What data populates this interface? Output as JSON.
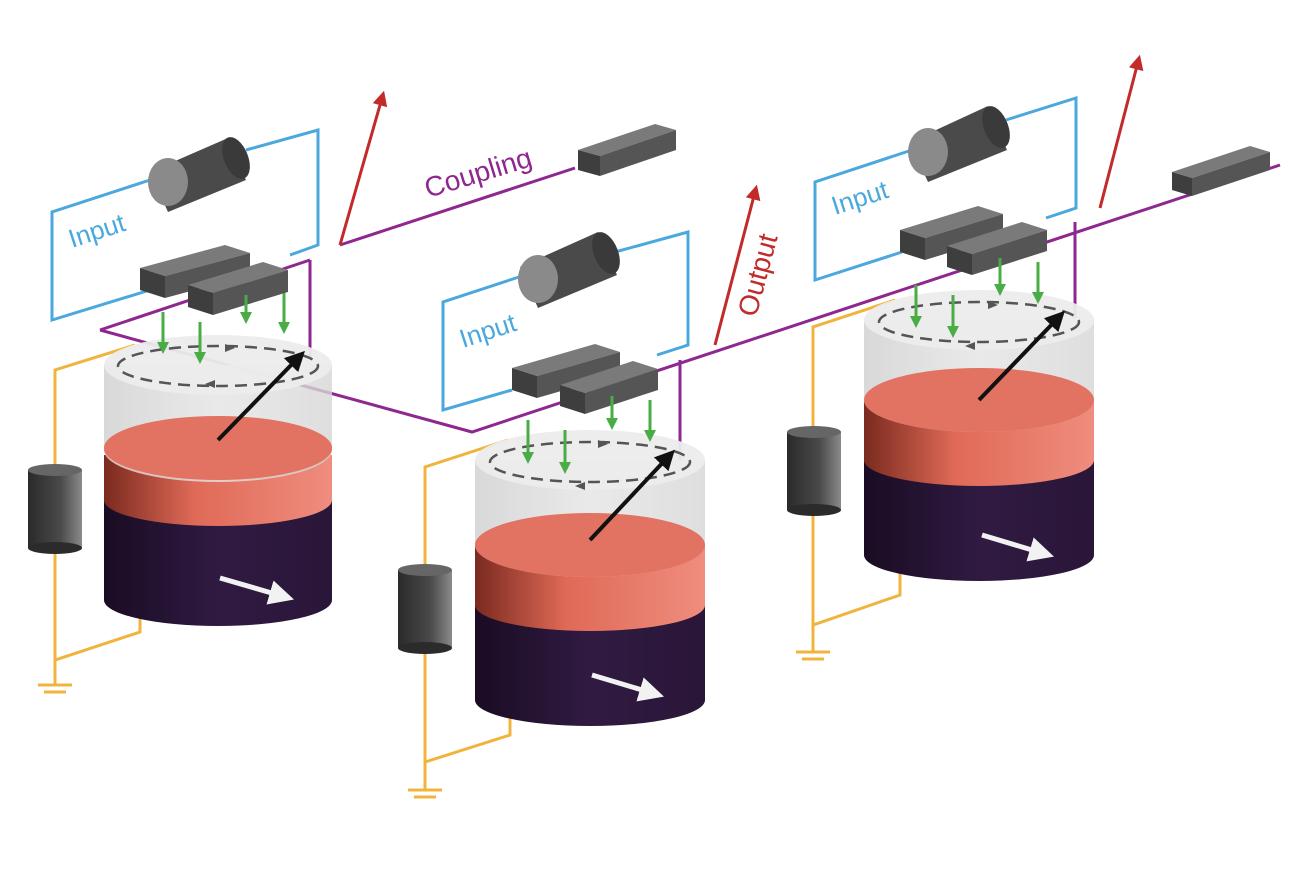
{
  "labels": {
    "input_left": "Input",
    "input_middle": "Input",
    "input_right": "Input",
    "coupling": "Coupling",
    "output": "Output"
  },
  "colors": {
    "input_wire": "#4aa8de",
    "coupling_wire": "#8e278f",
    "output_arrow": "#c32a2a",
    "bias_wire": "#f0b43c",
    "current_arrows": "#4aac45",
    "free_layer": "#e87565",
    "fixed_layer": "#2b1638",
    "spacer": "#dedddd",
    "magnetization": "#111111",
    "reference_arrow": "#f2f2f2",
    "component_gray": "#4a4a4a"
  },
  "icons": {
    "resistor": "gray-cylinder-resistor",
    "electrode": "gray-bar-electrode",
    "ground": "ground-symbol"
  }
}
